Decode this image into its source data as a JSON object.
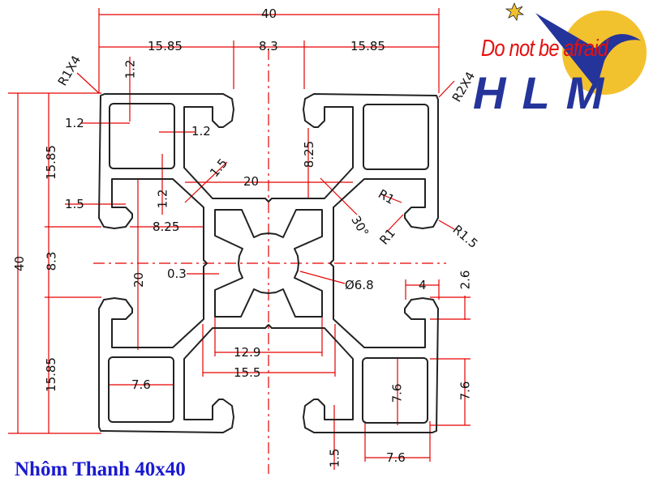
{
  "title": "Nhôm Thanh 40x40",
  "logo": {
    "slogan": "Do not be afraid",
    "brand": "HLM"
  },
  "colors": {
    "dimension": "#e60000",
    "profile": "#222222",
    "title": "#1a1ad0",
    "logo_blue": "#24349a",
    "logo_sun": "#f2c12e",
    "slogan": "#e41010"
  },
  "dimensions": {
    "top_total": "40",
    "top_left": "15.85",
    "top_mid": "8.3",
    "top_right": "15.85",
    "corner_radius_tl": "R1X4",
    "lip_height": "1.2",
    "corner_radius_tr": "R2X4",
    "lip_left": "1.2",
    "wall_inner": "1.2",
    "left_upper": "15.85",
    "diag_wall": "1.5",
    "core_20": "20",
    "slot_depth": "8.25",
    "lip_vertical": "1.2",
    "left_lip": "1.5",
    "r1_a": "R1",
    "r1_b": "R1",
    "r15": "R1.5",
    "slot_depth_h": "8.25",
    "angle": "30°",
    "left_total": "40",
    "left_mid": "8.3",
    "core_20_v": "20",
    "notch": "0.3",
    "bore": "Ø6.8",
    "slot_4": "4",
    "slot_26": "2.6",
    "core_129": "12.9",
    "core_155": "15.5",
    "hole_w": "7.6",
    "left_lower": "15.85",
    "hole_h": "7.6",
    "hole_h_right": "7.6",
    "bottom_15": "1.5",
    "bottom_76": "7.6"
  }
}
